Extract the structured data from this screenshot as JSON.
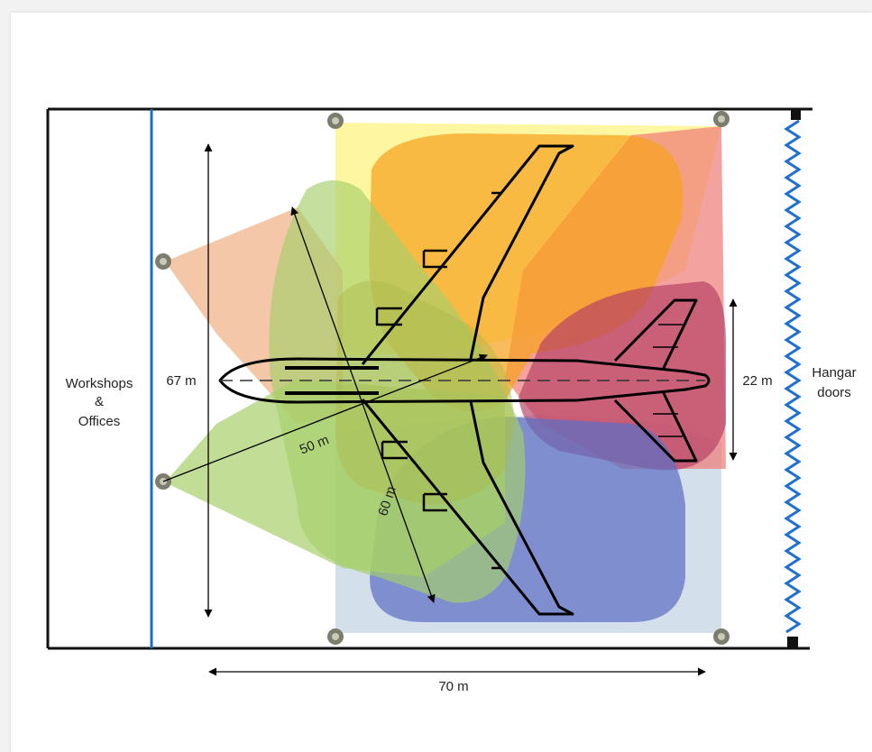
{
  "labels": {
    "workshops_line1": "Workshops",
    "workshops_line2": "&",
    "workshops_line3": "Offices",
    "height_dim": "67 m",
    "width_dim": "70 m",
    "diag_50": "50 m",
    "diag_60": "60 m",
    "tail_dim": "22 m",
    "hangar_line1": "Hangar",
    "hangar_line2": "doors"
  },
  "colors": {
    "wall": "#111111",
    "partition": "#1a6fc0",
    "doors": "#1f6fd1",
    "coverage_yellow": "#fff27a",
    "coverage_orange": "#f7a21e",
    "coverage_red": "#f07a76",
    "coverage_crimson": "#b43c64",
    "coverage_blue": "#5d6fc4",
    "coverage_peach": "#f0b48c",
    "coverage_green": "#a6cf6a",
    "coverage_lightblue": "#c5d4e6"
  }
}
